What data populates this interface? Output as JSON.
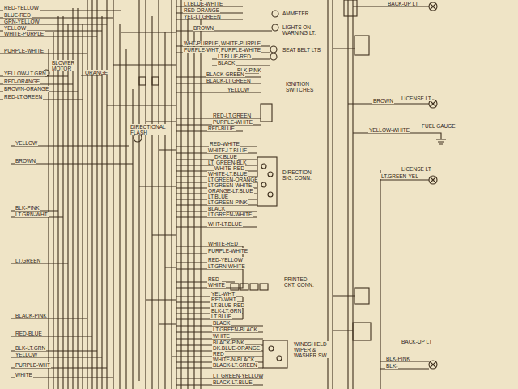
{
  "diagram": {
    "labels": [
      "RED-YELLOW",
      "BLUE-RED",
      "GRN-YELLOW",
      "YELLOW",
      "WHITE-PURPLE",
      "PURPLE-WHITE",
      "BLOWER MOTOR",
      "YELLOW-LT.GRN",
      "RED-ORANGE",
      "BROWN-ORANGE",
      "RED-LT.GREEN",
      "ORANGE",
      "DIRECTIONAL FLASH",
      "YELLOW",
      "BROWN",
      "BLK-PINK",
      "LT.GRN-WHT",
      "LT.GREEN",
      "BLACK-PINK",
      "RED-BLUE",
      "BLK-LT.GRN",
      "YELLOW",
      "PURPLE-WHT",
      "WHITE",
      "LT.BLUE-WHITE",
      "RED-ORANGE",
      "YEL-LT.GREEN",
      "BROWN",
      "WHT-PURPLE",
      "PURPLE-WHT",
      "WHITE-PURPLE",
      "PURPLE-WHITE",
      "LT.BLUE-RED",
      "BLACK",
      "BLK-PINK",
      "BLACK-GREEN",
      "BLACK-LT.GREEN",
      "YELLOW",
      "AMMETER",
      "LIGHTS ON WARNING LT.",
      "SEAT BELT LTS",
      "IGNITION SWITCHES",
      "RED-LT.GREEN",
      "PURPLE-WHITE",
      "RED-BLUE",
      "RED-WHITE",
      "WHITE-LT.BLUE",
      "DK.BLUE",
      "LT. GREEN-BLK",
      "WHITE-RED",
      "WHITE-LT.BLUE",
      "LT.GREEN-ORANGE",
      "LT.GREEN-WHITE",
      "ORANGE-LT.BLUE",
      "LT.BLUE",
      "LT.GREEN-PINK",
      "BLACK",
      "LT.GREEN-WHITE",
      "WHT-LT.BLUE",
      "DIRECTION SIG. CONN.",
      "WHITE-RED",
      "PURPLE-WHITE",
      "RED-YELLOW",
      "LT.GRN-WHITE",
      "RED-",
      "WHITE",
      "YEL-WHT",
      "RED-WHT",
      "LT.BLUE-RED",
      "BLK-LT.GRN",
      "LT.BLUE",
      "PRINTED CKT. CONN.",
      "BLACK",
      "LT.GREEN-BLACK",
      "WHITE",
      "BLACK-PINK",
      "DK.BLUE-ORANGE",
      "RED",
      "WHITE-N-BLACK",
      "BLACK-LT.GREEN",
      "LT. GREEN-YELLOW",
      "BLACK-LT.BLUE",
      "WINDSHIELD WIPER & WASHER SW.",
      "BACK-UP LT",
      "BROWN",
      "LICENSE LT",
      "FUEL GAUGE",
      "YELLOW-WHITE",
      "LICENSE LT",
      "LT.GREEN-YEL",
      "BACK-UP LT",
      "BLK-PINK",
      "BLK-"
    ]
  }
}
